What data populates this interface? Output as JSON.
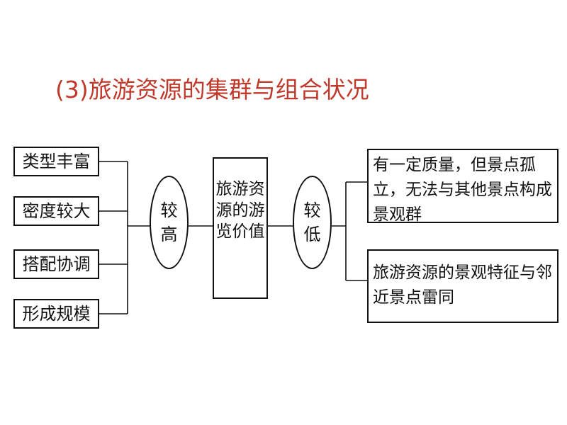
{
  "title": "(3)旅游资源的集群与组合状况",
  "conditions": [
    "类型丰富",
    "密度较大",
    "搭配协调",
    "形成规模"
  ],
  "high_label": "较高",
  "center_label": "旅游资源的游览价值",
  "low_label": "较低",
  "low_reasons": [
    "有一定质量，但景点孤立，无法与其他景点构成景观群",
    "旅游资源的景观特征与邻近景点雷同"
  ]
}
